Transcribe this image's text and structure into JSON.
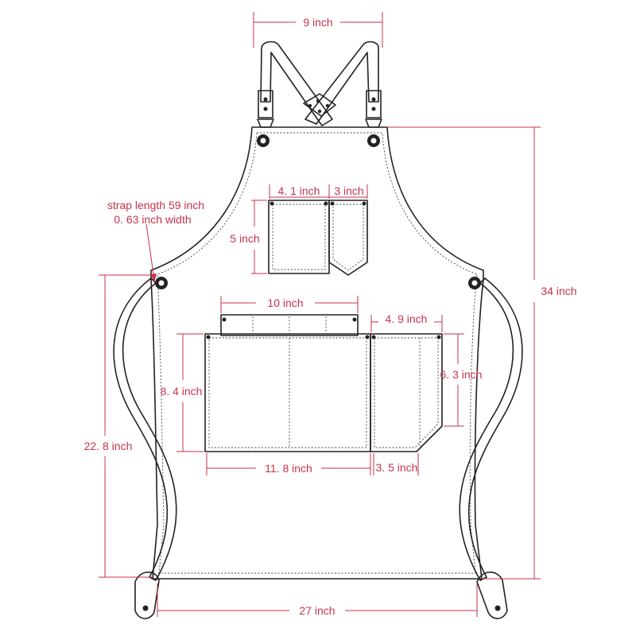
{
  "labels": {
    "neck_width": "9 inch",
    "small_pocket_width": "4. 1 inch",
    "pen_pocket_width": "3 inch",
    "small_pocket_height": "5 inch",
    "strap_length": "strap length  59  inch",
    "strap_width": "0. 63 inch width",
    "total_length": "34 inch",
    "top_pocket_width": "10 inch",
    "side_pocket_width": "4. 9 inch",
    "side_pocket_height": "6. 3 inch",
    "main_pocket_height": "8. 4 inch",
    "side_height": "22. 8 inch",
    "main_pocket_width": "11. 8 inch",
    "side_pocket_bottom": "3. 5 inch",
    "bottom_width": "27 inch"
  },
  "colors": {
    "dimension": "#c8324a",
    "outline": "#222222"
  }
}
